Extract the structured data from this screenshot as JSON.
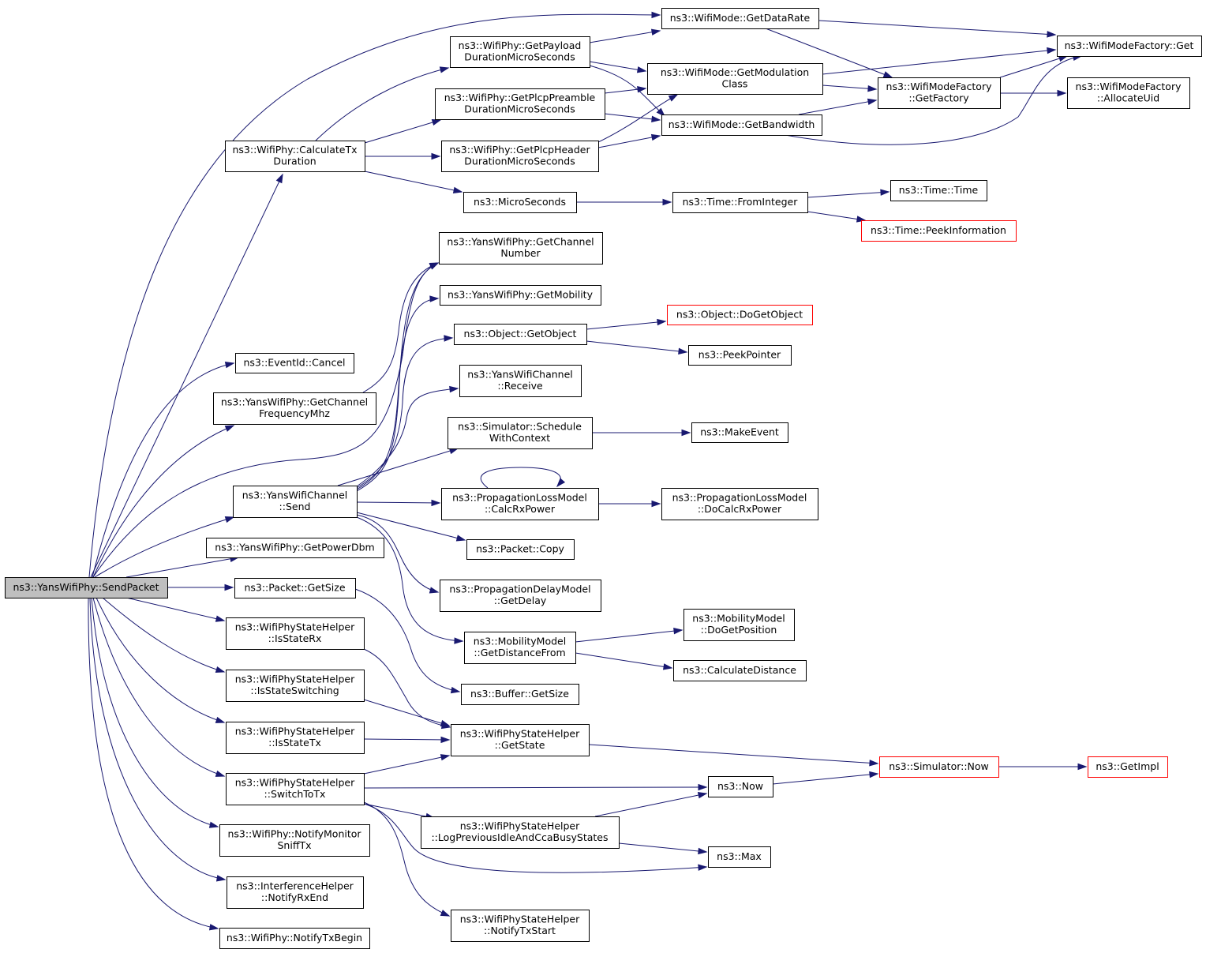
{
  "graph": {
    "nodes": {
      "send_packet": {
        "lines": [
          "ns3::YansWifiPhy::SendPacket"
        ],
        "root": true
      },
      "calculate_tx_duration": {
        "lines": [
          "ns3::WifiPhy::CalculateTx",
          "Duration"
        ]
      },
      "get_payload_duration": {
        "lines": [
          "ns3::WifiPhy::GetPayload",
          "DurationMicroSeconds"
        ]
      },
      "get_plcp_preamble_duration": {
        "lines": [
          "ns3::WifiPhy::GetPlcpPreamble",
          "DurationMicroSeconds"
        ]
      },
      "get_plcp_header_duration": {
        "lines": [
          "ns3::WifiPhy::GetPlcpHeader",
          "DurationMicroSeconds"
        ]
      },
      "micro_seconds": {
        "lines": [
          "ns3::MicroSeconds"
        ]
      },
      "get_data_rate": {
        "lines": [
          "ns3::WifiMode::GetDataRate"
        ]
      },
      "get_modulation_class": {
        "lines": [
          "ns3::WifiMode::GetModulation",
          "Class"
        ]
      },
      "get_bandwidth": {
        "lines": [
          "ns3::WifiMode::GetBandwidth"
        ]
      },
      "wifi_mode_factory_get": {
        "lines": [
          "ns3::WifiModeFactory::Get"
        ]
      },
      "wifi_mode_factory_get_factory": {
        "lines": [
          "ns3::WifiModeFactory",
          "::GetFactory"
        ]
      },
      "wifi_mode_factory_allocate_uid": {
        "lines": [
          "ns3::WifiModeFactory",
          "::AllocateUid"
        ]
      },
      "time_from_integer": {
        "lines": [
          "ns3::Time::FromInteger"
        ]
      },
      "time_time": {
        "lines": [
          "ns3::Time::Time"
        ]
      },
      "time_peek_information": {
        "lines": [
          "ns3::Time::PeekInformation"
        ],
        "external": true
      },
      "get_channel_number": {
        "lines": [
          "ns3::YansWifiPhy::GetChannel",
          "Number"
        ]
      },
      "get_mobility": {
        "lines": [
          "ns3::YansWifiPhy::GetMobility"
        ]
      },
      "object_get_object": {
        "lines": [
          "ns3::Object::GetObject"
        ]
      },
      "object_do_get_object": {
        "lines": [
          "ns3::Object::DoGetObject"
        ],
        "external": true
      },
      "peek_pointer": {
        "lines": [
          "ns3::PeekPointer"
        ]
      },
      "event_id_cancel": {
        "lines": [
          "ns3::EventId::Cancel"
        ]
      },
      "get_channel_frequency_mhz": {
        "lines": [
          "ns3::YansWifiPhy::GetChannel",
          "FrequencyMhz"
        ]
      },
      "yans_wifi_channel_receive": {
        "lines": [
          "ns3::YansWifiChannel",
          "::Receive"
        ]
      },
      "schedule_with_context": {
        "lines": [
          "ns3::Simulator::Schedule",
          "WithContext"
        ]
      },
      "make_event": {
        "lines": [
          "ns3::MakeEvent"
        ]
      },
      "yans_wifi_channel_send": {
        "lines": [
          "ns3::YansWifiChannel",
          "::Send"
        ]
      },
      "calc_rx_power": {
        "lines": [
          "ns3::PropagationLossModel",
          "::CalcRxPower"
        ]
      },
      "do_calc_rx_power": {
        "lines": [
          "ns3::PropagationLossModel",
          "::DoCalcRxPower"
        ]
      },
      "packet_copy": {
        "lines": [
          "ns3::Packet::Copy"
        ]
      },
      "get_power_dbm": {
        "lines": [
          "ns3::YansWifiPhy::GetPowerDbm"
        ]
      },
      "propagation_delay_get_delay": {
        "lines": [
          "ns3::PropagationDelayModel",
          "::GetDelay"
        ]
      },
      "packet_get_size": {
        "lines": [
          "ns3::Packet::GetSize"
        ]
      },
      "mobility_do_get_position": {
        "lines": [
          "ns3::MobilityModel",
          "::DoGetPosition"
        ]
      },
      "mobility_get_distance_from": {
        "lines": [
          "ns3::MobilityModel",
          "::GetDistanceFrom"
        ]
      },
      "calculate_distance": {
        "lines": [
          "ns3::CalculateDistance"
        ]
      },
      "is_state_rx": {
        "lines": [
          "ns3::WifiPhyStateHelper",
          "::IsStateRx"
        ]
      },
      "buffer_get_size": {
        "lines": [
          "ns3::Buffer::GetSize"
        ]
      },
      "is_state_switching": {
        "lines": [
          "ns3::WifiPhyStateHelper",
          "::IsStateSwitching"
        ]
      },
      "is_state_tx": {
        "lines": [
          "ns3::WifiPhyStateHelper",
          "::IsStateTx"
        ]
      },
      "get_state": {
        "lines": [
          "ns3::WifiPhyStateHelper",
          "::GetState"
        ]
      },
      "simulator_now": {
        "lines": [
          "ns3::Simulator::Now"
        ],
        "external": true
      },
      "get_impl": {
        "lines": [
          "ns3::GetImpl"
        ],
        "external": true
      },
      "switch_to_tx": {
        "lines": [
          "ns3::WifiPhyStateHelper",
          "::SwitchToTx"
        ]
      },
      "now": {
        "lines": [
          "ns3::Now"
        ]
      },
      "log_previous_idle": {
        "lines": [
          "ns3::WifiPhyStateHelper",
          "::LogPreviousIdleAndCcaBusyStates"
        ]
      },
      "max": {
        "lines": [
          "ns3::Max"
        ]
      },
      "notify_monitor_sniff_tx": {
        "lines": [
          "ns3::WifiPhy::NotifyMonitor",
          "SniffTx"
        ]
      },
      "notify_rx_end": {
        "lines": [
          "ns3::InterferenceHelper",
          "::NotifyRxEnd"
        ]
      },
      "notify_tx_start": {
        "lines": [
          "ns3::WifiPhyStateHelper",
          "::NotifyTxStart"
        ]
      },
      "notify_tx_begin": {
        "lines": [
          "ns3::WifiPhy::NotifyTxBegin"
        ]
      }
    },
    "edges": [
      [
        "send_packet",
        "get_data_rate"
      ],
      [
        "send_packet",
        "calculate_tx_duration"
      ],
      [
        "send_packet",
        "event_id_cancel"
      ],
      [
        "send_packet",
        "get_channel_frequency_mhz"
      ],
      [
        "send_packet",
        "get_channel_number"
      ],
      [
        "send_packet",
        "yans_wifi_channel_send"
      ],
      [
        "send_packet",
        "get_power_dbm"
      ],
      [
        "send_packet",
        "packet_get_size"
      ],
      [
        "send_packet",
        "is_state_rx"
      ],
      [
        "send_packet",
        "is_state_switching"
      ],
      [
        "send_packet",
        "is_state_tx"
      ],
      [
        "send_packet",
        "switch_to_tx"
      ],
      [
        "send_packet",
        "notify_monitor_sniff_tx"
      ],
      [
        "send_packet",
        "notify_rx_end"
      ],
      [
        "send_packet",
        "notify_tx_begin"
      ],
      [
        "calculate_tx_duration",
        "get_payload_duration"
      ],
      [
        "calculate_tx_duration",
        "get_plcp_preamble_duration"
      ],
      [
        "calculate_tx_duration",
        "get_plcp_header_duration"
      ],
      [
        "calculate_tx_duration",
        "micro_seconds"
      ],
      [
        "get_payload_duration",
        "get_data_rate"
      ],
      [
        "get_payload_duration",
        "get_modulation_class"
      ],
      [
        "get_payload_duration",
        "get_bandwidth"
      ],
      [
        "get_plcp_preamble_duration",
        "get_modulation_class"
      ],
      [
        "get_plcp_preamble_duration",
        "get_bandwidth"
      ],
      [
        "get_plcp_header_duration",
        "get_modulation_class"
      ],
      [
        "get_plcp_header_duration",
        "get_bandwidth"
      ],
      [
        "get_data_rate",
        "wifi_mode_factory_get"
      ],
      [
        "get_data_rate",
        "wifi_mode_factory_get_factory"
      ],
      [
        "get_modulation_class",
        "wifi_mode_factory_get"
      ],
      [
        "get_modulation_class",
        "wifi_mode_factory_get_factory"
      ],
      [
        "get_bandwidth",
        "wifi_mode_factory_get_factory"
      ],
      [
        "get_bandwidth",
        "wifi_mode_factory_get"
      ],
      [
        "wifi_mode_factory_get_factory",
        "wifi_mode_factory_get"
      ],
      [
        "wifi_mode_factory_get_factory",
        "wifi_mode_factory_allocate_uid"
      ],
      [
        "micro_seconds",
        "time_from_integer"
      ],
      [
        "time_from_integer",
        "time_time"
      ],
      [
        "time_from_integer",
        "time_peek_information"
      ],
      [
        "get_channel_frequency_mhz",
        "get_channel_number"
      ],
      [
        "yans_wifi_channel_send",
        "get_channel_number"
      ],
      [
        "yans_wifi_channel_send",
        "get_mobility"
      ],
      [
        "yans_wifi_channel_send",
        "object_get_object"
      ],
      [
        "yans_wifi_channel_send",
        "yans_wifi_channel_receive"
      ],
      [
        "yans_wifi_channel_send",
        "schedule_with_context"
      ],
      [
        "yans_wifi_channel_send",
        "calc_rx_power"
      ],
      [
        "yans_wifi_channel_send",
        "packet_copy"
      ],
      [
        "yans_wifi_channel_send",
        "propagation_delay_get_delay"
      ],
      [
        "yans_wifi_channel_send",
        "mobility_get_distance_from"
      ],
      [
        "object_get_object",
        "object_do_get_object"
      ],
      [
        "object_get_object",
        "peek_pointer"
      ],
      [
        "schedule_with_context",
        "make_event"
      ],
      [
        "calc_rx_power",
        "calc_rx_power"
      ],
      [
        "calc_rx_power",
        "do_calc_rx_power"
      ],
      [
        "mobility_get_distance_from",
        "mobility_do_get_position"
      ],
      [
        "mobility_get_distance_from",
        "calculate_distance"
      ],
      [
        "packet_get_size",
        "buffer_get_size"
      ],
      [
        "is_state_rx",
        "get_state"
      ],
      [
        "is_state_switching",
        "get_state"
      ],
      [
        "is_state_tx",
        "get_state"
      ],
      [
        "switch_to_tx",
        "get_state"
      ],
      [
        "switch_to_tx",
        "now"
      ],
      [
        "switch_to_tx",
        "log_previous_idle"
      ],
      [
        "switch_to_tx",
        "max"
      ],
      [
        "switch_to_tx",
        "notify_tx_start"
      ],
      [
        "get_state",
        "simulator_now"
      ],
      [
        "now",
        "simulator_now"
      ],
      [
        "simulator_now",
        "get_impl"
      ],
      [
        "log_previous_idle",
        "now"
      ],
      [
        "log_previous_idle",
        "max"
      ]
    ]
  },
  "colors": {
    "edge": "#191970",
    "node_border": "#000000",
    "external_border": "#ff0000",
    "root_fill": "#bfbfbf",
    "background": "#ffffff"
  }
}
